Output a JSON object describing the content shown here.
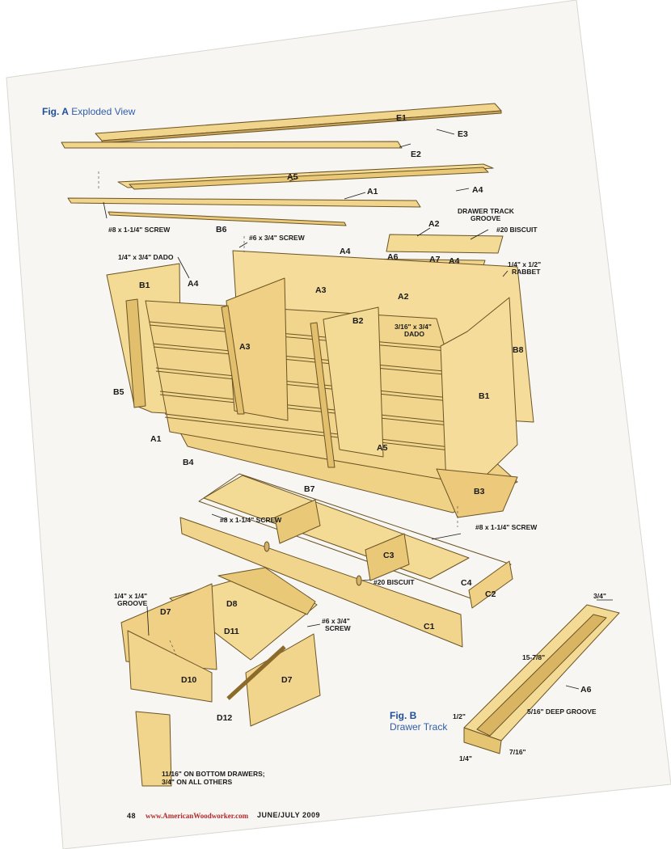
{
  "figA": {
    "label": "Fig. A",
    "title": "Exploded View"
  },
  "figB": {
    "label": "Fig. B",
    "title": "Drawer Track"
  },
  "parts": {
    "E1": "E1",
    "E2": "E2",
    "E3": "E3",
    "A1": "A1",
    "A2": "A2",
    "A3": "A3",
    "A4": "A4",
    "A5": "A5",
    "A6": "A6",
    "A7": "A7",
    "B1": "B1",
    "B2": "B2",
    "B3": "B3",
    "B4": "B4",
    "B5": "B5",
    "B6": "B6",
    "B7": "B7",
    "B8": "B8",
    "C1": "C1",
    "C2": "C2",
    "C3": "C3",
    "C4": "C4",
    "D7": "D7",
    "D8": "D8",
    "D10": "D10",
    "D11": "D11",
    "D12": "D12"
  },
  "callouts": {
    "screw_8_114": "#8 x 1-1/4\" SCREW",
    "screw_6_34": "#6 x 3/4\" SCREW",
    "dado_14_34": "1/4\" x 3/4\" DADO",
    "drawer_track_groove_1": "DRAWER TRACK",
    "drawer_track_groove_2": "GROOVE",
    "biscuit_20": "#20 BISCUIT",
    "rabbet_1": "1/4\" x 1/2\"",
    "rabbet_2": "RABBET",
    "dado_316_34_1": "3/16\" x 3/4\"",
    "dado_316_34_2": "DADO",
    "groove_14_14_1": "1/4\" x 1/4\"",
    "groove_14_14_2": "GROOVE",
    "screw_6_34_a": "#6 x 3/4\"",
    "screw_6_34_b": "SCREW",
    "drawers_note_1": "11/16\" ON BOTTOM DRAWERS;",
    "drawers_note_2": "3/4\" ON ALL OTHERS"
  },
  "track_dims": {
    "width": "3/4\"",
    "length": "15-7/8\"",
    "deep_groove": "5/16\" DEEP GROOVE",
    "half": "1/2\"",
    "quarter": "1/4\"",
    "seven_sixteenth": "7/16\""
  },
  "footer": {
    "page": "48",
    "site": "www.AmericanWoodworker.com",
    "issue": "JUNE/JULY 2009"
  }
}
